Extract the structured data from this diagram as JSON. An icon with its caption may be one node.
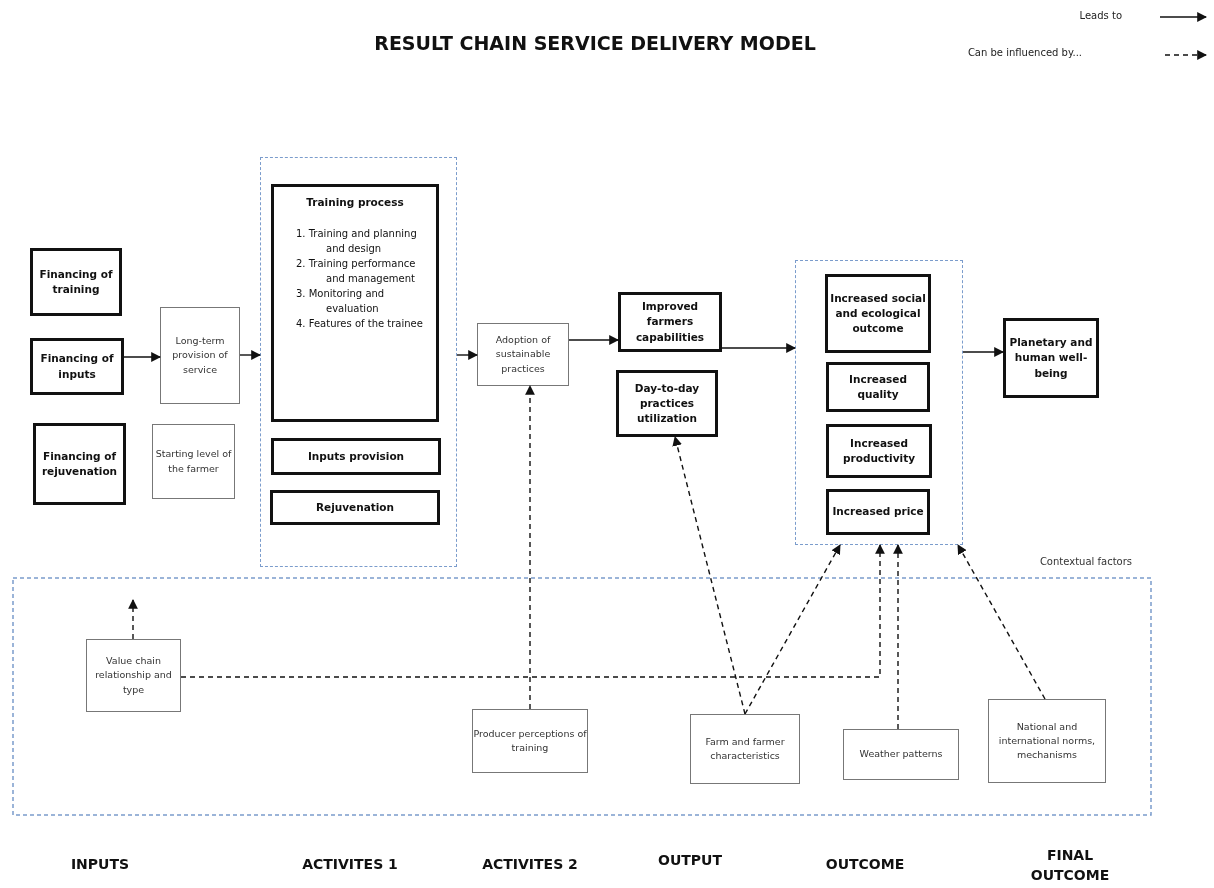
{
  "diagram": {
    "title": "RESULT CHAIN SERVICE DELIVERY MODEL",
    "nodes": [
      {
        "text": [
          "Financing of training"
        ]
      },
      {
        "text": [
          "Financing of inputs"
        ]
      },
      {
        "text": [
          "Financing of rejuvenation"
        ]
      },
      {
        "text": [
          "Long-term provision of service"
        ]
      },
      {
        "text": [
          "Starting level of the farmer"
        ]
      },
      {
        "text": [],
        "shape": "box"
      },
      {
        "text": [
          "Training process",
          "1. Training and planning and design",
          "2. Training performance and management",
          "3. Monitoring and evaluation",
          "4. Features of the trainee"
        ],
        "in": 5
      },
      {
        "text": [
          "Inputs provision"
        ],
        "in": 5
      },
      {
        "text": [
          "Rejuvenation"
        ],
        "in": 5
      },
      {
        "text": [
          "Adoption of sustainable practices"
        ]
      },
      {
        "text": [
          "Improved farmers capabilities"
        ]
      },
      {
        "text": [
          "Day-to-day practices utilization"
        ]
      },
      {
        "text": [],
        "shape": "box"
      },
      {
        "text": [
          "Increased social and ecological outcome"
        ],
        "in": 12
      },
      {
        "text": [
          "Increased quality"
        ],
        "in": 12
      },
      {
        "text": [
          "Increased productivity"
        ],
        "in": 12
      },
      {
        "text": [
          "Increased price"
        ],
        "in": 12
      },
      {
        "text": [
          "Planetary and human well-being"
        ]
      },
      {
        "text": [
          "Contextual factors"
        ]
      },
      {
        "text": [
          "Value chain relationship and type"
        ],
        "in": 18
      },
      {
        "text": [
          "Producer perceptions of training"
        ],
        "in": 18
      },
      {
        "text": [
          "Farm and farmer characteristics"
        ],
        "in": 18
      },
      {
        "text": [
          "Weather patterns"
        ],
        "in": 18
      },
      {
        "text": [
          "National and international norms, mechanisms"
        ],
        "in": 18
      }
    ],
    "edges": [
      {
        "from": 1,
        "to": 3,
        "arrow": "to"
      },
      {
        "from": 3,
        "to": 5,
        "arrow": "to"
      },
      {
        "from": 5,
        "to": 9,
        "arrow": "to"
      },
      {
        "from": 9,
        "to": 10,
        "arrow": "to"
      },
      {
        "from": 10,
        "to": 12,
        "arrow": "to"
      },
      {
        "from": 12,
        "to": 17,
        "arrow": "to"
      },
      {
        "from": 19,
        "to": null,
        "arrow": "to",
        "style": "dashed"
      },
      {
        "from": 19,
        "to": 12,
        "arrow": "to",
        "style": "dashed"
      },
      {
        "from": 20,
        "to": 9,
        "arrow": "to",
        "style": "dashed"
      },
      {
        "from": 21,
        "to": 11,
        "arrow": "to",
        "style": "dashed"
      },
      {
        "from": 21,
        "to": 12,
        "arrow": "to",
        "style": "dashed"
      },
      {
        "from": 22,
        "to": 12,
        "arrow": "to",
        "style": "dashed"
      },
      {
        "from": 23,
        "to": 12,
        "arrow": "to",
        "style": "dashed"
      }
    ],
    "labels": [
      "INPUTS",
      "ACTIVITES 1",
      "ACTIVITES 2",
      "OUTPUT",
      "OUTCOME",
      "FINAL OUTCOME"
    ],
    "legend": [
      {
        "text": "Leads to"
      },
      {
        "text": "Can be influenced by..."
      }
    ]
  }
}
